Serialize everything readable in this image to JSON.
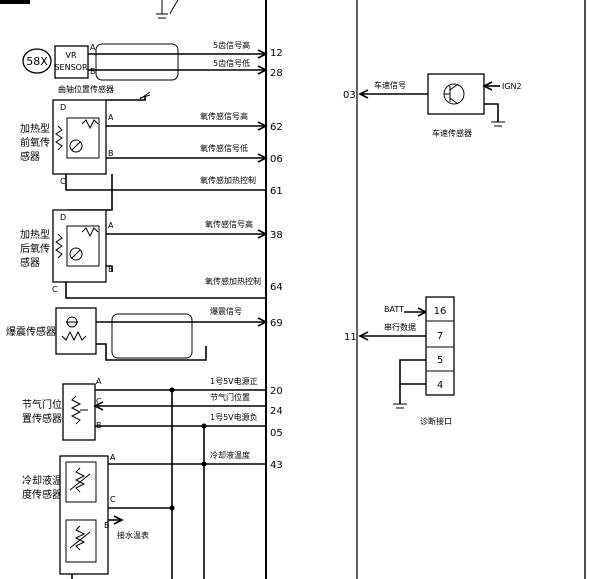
{
  "ckp": {
    "tag": "58X",
    "sensor_line1": "VR",
    "sensor_line2": "SENSOR",
    "pin_a": "A",
    "pin_b": "B",
    "name": "曲轴位置传感器",
    "sig_high": "5齿信号高",
    "sig_low": "5齿信号低",
    "pin_high": "12",
    "pin_low": "28"
  },
  "o2_front": {
    "name": [
      "加热型",
      "前氧传",
      "感器"
    ],
    "pin_d": "D",
    "pin_c": "C",
    "pin_a": "A",
    "pin_b": "B",
    "sig_high": "氧传感信号高",
    "sig_low": "氧传感信号低",
    "heater": "氧传感加热控制",
    "pin_high": "62",
    "pin_low": "06",
    "pin_heater": "61"
  },
  "o2_rear": {
    "name": [
      "加热型",
      "后氧传",
      "感器"
    ],
    "pin_d": "D",
    "pin_c": "C",
    "pin_a": "A",
    "pin_b": "B",
    "sig_high": "氧传感信号高",
    "heater": "氧传感加热控制",
    "pin_high": "38",
    "pin_heater": "64"
  },
  "knock": {
    "name": "爆震传感器",
    "signal": "爆震信号",
    "pin": "69"
  },
  "tps": {
    "name": [
      "节气门位",
      "置传感器"
    ],
    "pin_a": "A",
    "pin_c": "C",
    "pin_b": "B",
    "v5_pos": "1号5V电源正",
    "position": "节气门位置",
    "v5_neg": "1号5V电源负",
    "pin_pos": "20",
    "pin_position": "24",
    "pin_neg": "05"
  },
  "coolant": {
    "name": [
      "冷却液温",
      "度传感器"
    ],
    "pin_a": "A",
    "pin_c": "C",
    "pin_b": "B",
    "signal": "冷却液温度",
    "pin": "43",
    "gauge": "接水温表"
  },
  "vss": {
    "pin": "03",
    "signal": "车速信号",
    "power": "IGN2",
    "name": "车速传感器"
  },
  "diag": {
    "batt": "BATT",
    "serial": "串行数据",
    "pin_ecu": "11",
    "pins": [
      "16",
      "7",
      "5",
      "4"
    ],
    "name": "诊断接口"
  }
}
